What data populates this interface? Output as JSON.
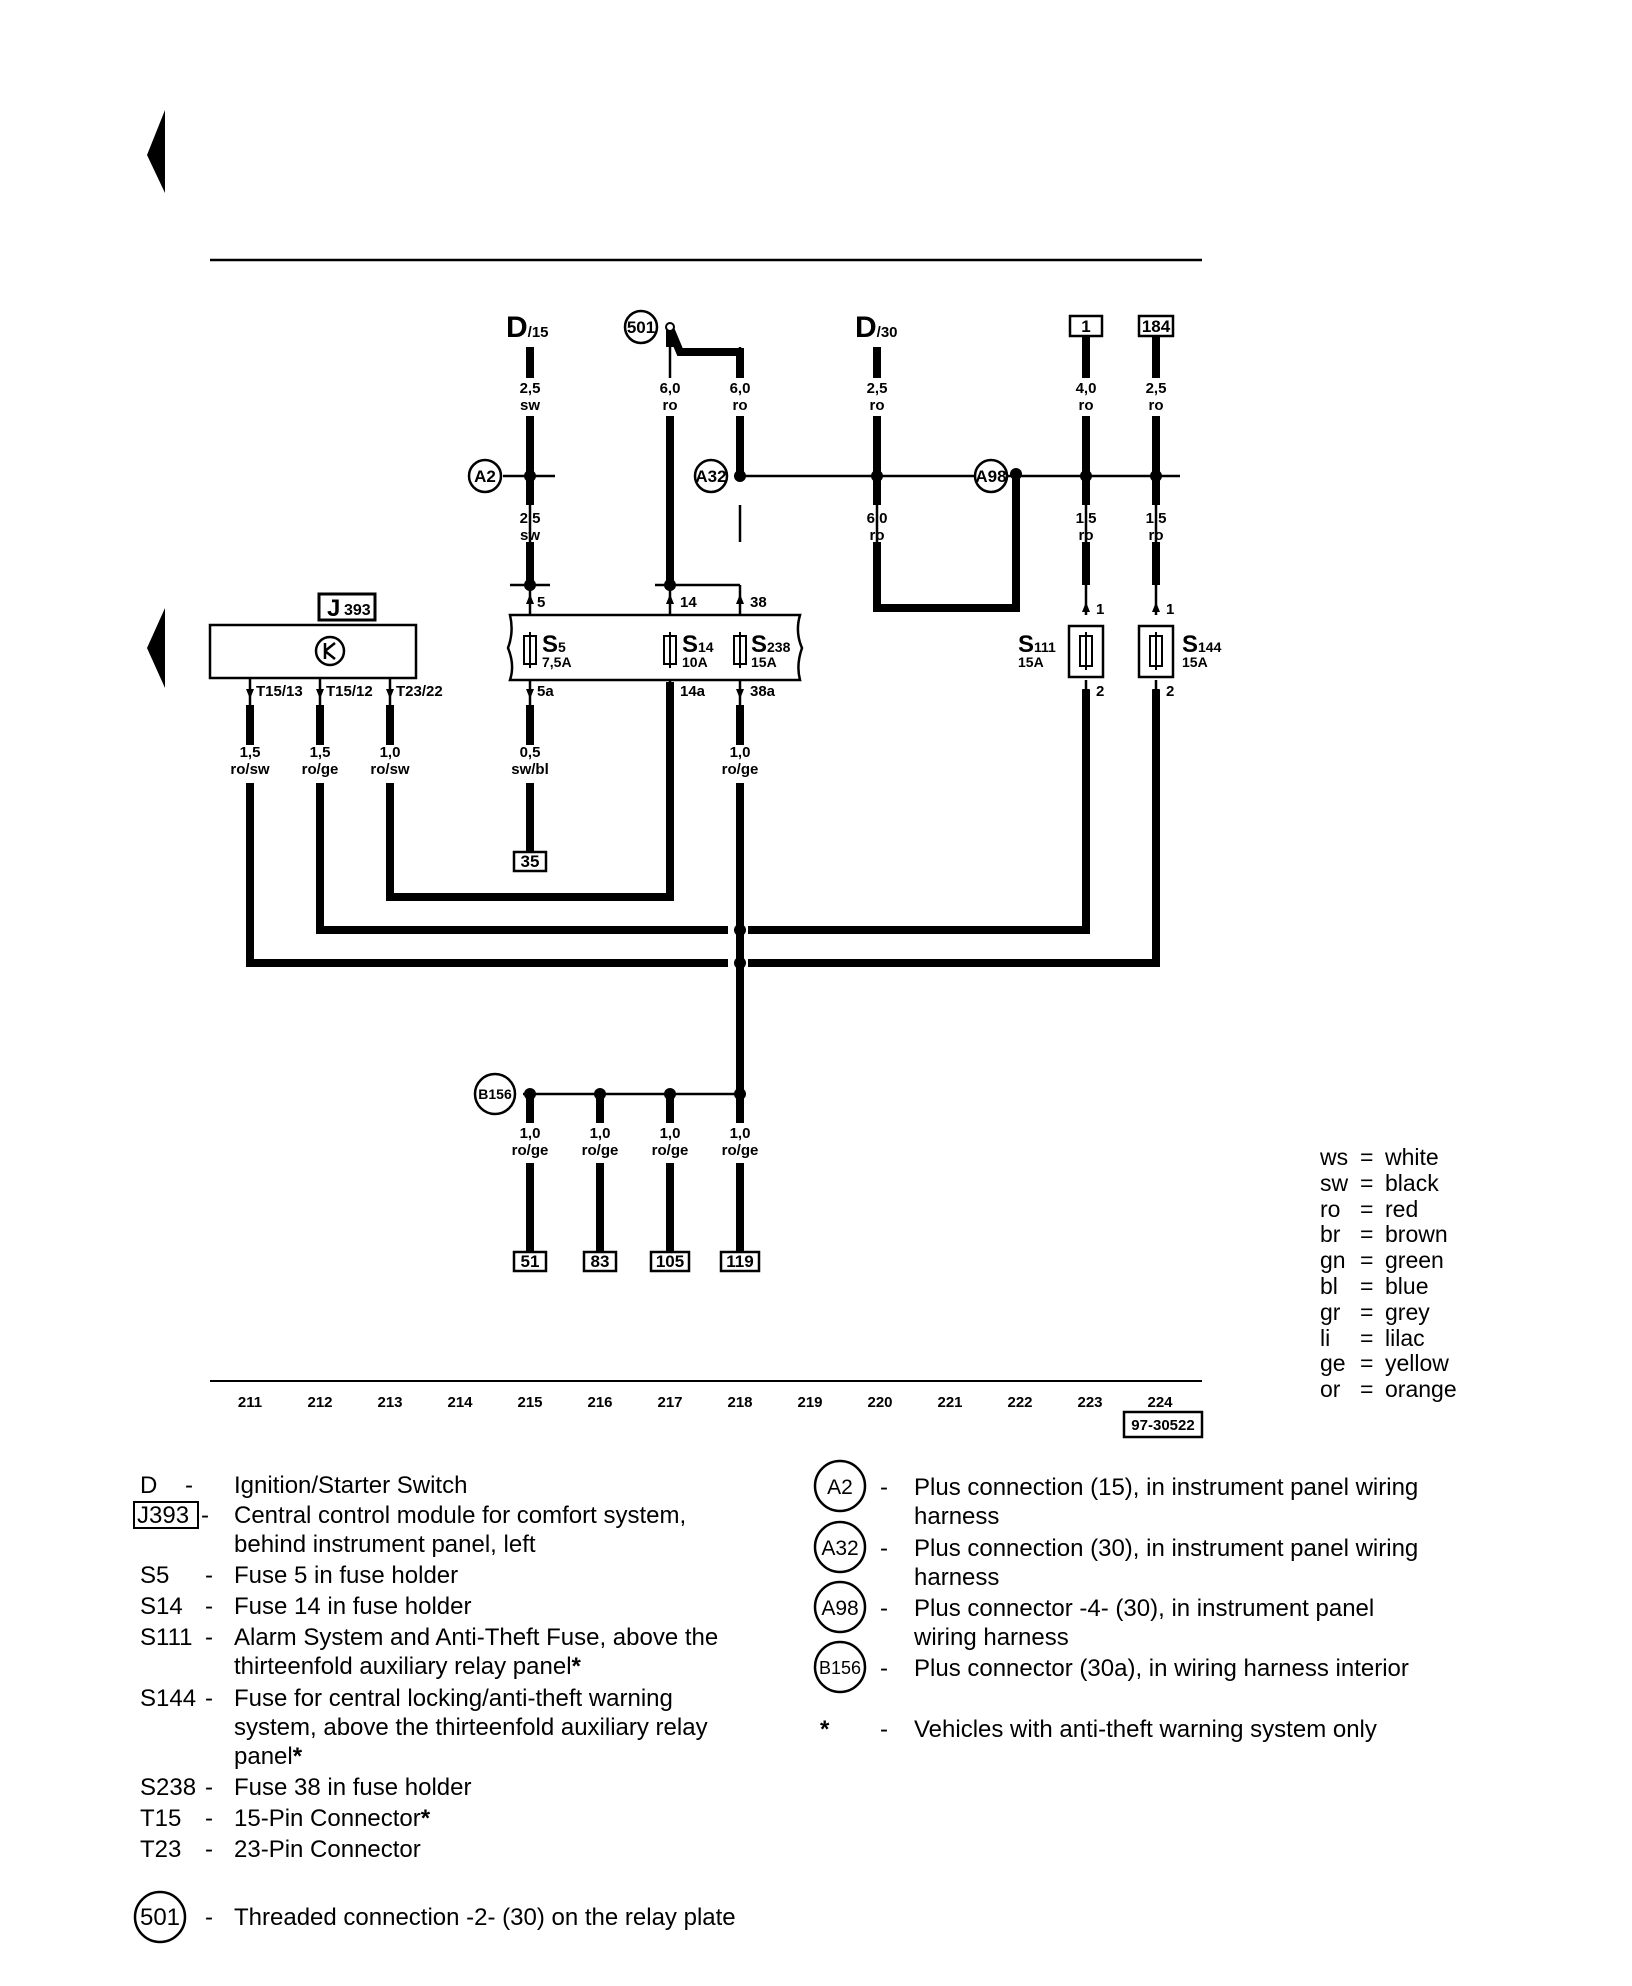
{
  "wire_labels": {
    "d15_upper": [
      "2,5",
      "sw"
    ],
    "d15_lower": [
      "2,5",
      "sw"
    ],
    "t501_left": [
      "6,0",
      "ro"
    ],
    "t501_right": [
      "6,0",
      "ro"
    ],
    "d30_upper": [
      "2,5",
      "ro"
    ],
    "d30_lower": [
      "6,0",
      "ro"
    ],
    "c1_upper": [
      "4,0",
      "ro"
    ],
    "c1_lower": [
      "1,5",
      "ro"
    ],
    "c184_upper": [
      "2,5",
      "ro"
    ],
    "c184_lower": [
      "1,5",
      "ro"
    ],
    "t1513": [
      "1,5",
      "ro/sw"
    ],
    "t1512": [
      "1,5",
      "ro/ge"
    ],
    "t2322": [
      "1,0",
      "ro/sw"
    ],
    "s5_out": [
      "0,5",
      "sw/bl"
    ],
    "s238_out": [
      "1,0",
      "ro/ge"
    ],
    "b156_1": [
      "1,0",
      "ro/ge"
    ],
    "b156_2": [
      "1,0",
      "ro/ge"
    ],
    "b156_3": [
      "1,0",
      "ro/ge"
    ],
    "b156_4": [
      "1,0",
      "ro/ge"
    ]
  },
  "components": {
    "d15": {
      "main": "D",
      "sub": "/15"
    },
    "d30": {
      "main": "D",
      "sub": "/30"
    },
    "box_1": "1",
    "box_184": "184",
    "box_35": "35",
    "box_51": "51",
    "box_83": "83",
    "box_105": "105",
    "box_119": "119",
    "j393": {
      "main": "J",
      "sub": "393"
    },
    "circles": {
      "a2": "A2",
      "a32": "A32",
      "a98": "A98",
      "b156": "B156",
      "t501": "501"
    },
    "pins": {
      "p5": "5",
      "p14": "14",
      "p38": "38",
      "p5a": "5a",
      "p14a": "14a",
      "p38a": "38a",
      "t1513": "T15/13",
      "t1512": "T15/12",
      "t2322": "T23/22",
      "s111_1": "1",
      "s111_2": "2",
      "s144_1": "1",
      "s144_2": "2"
    },
    "fuses": {
      "s5": {
        "main": "S",
        "sub": "5",
        "rating": "7,5A"
      },
      "s14": {
        "main": "S",
        "sub": "14",
        "rating": "10A"
      },
      "s238": {
        "main": "S",
        "sub": "238",
        "rating": "15A"
      },
      "s111": {
        "main": "S",
        "sub": "111",
        "rating": "15A"
      },
      "s144": {
        "main": "S",
        "sub": "144",
        "rating": "15A"
      }
    }
  },
  "current_tracks": [
    "211",
    "212",
    "213",
    "214",
    "215",
    "216",
    "217",
    "218",
    "219",
    "220",
    "221",
    "222",
    "223",
    "224"
  ],
  "figure_code": "97-30522",
  "color_codes": [
    {
      "code": "ws",
      "name": "white"
    },
    {
      "code": "sw",
      "name": "black"
    },
    {
      "code": "ro",
      "name": "red"
    },
    {
      "code": "br",
      "name": "brown"
    },
    {
      "code": "gn",
      "name": "green"
    },
    {
      "code": "bl",
      "name": "blue"
    },
    {
      "code": "gr",
      "name": "grey"
    },
    {
      "code": "li",
      "name": "lilac"
    },
    {
      "code": "ge",
      "name": "yellow"
    },
    {
      "code": "or",
      "name": "orange"
    }
  ],
  "legend_left": {
    "d": {
      "code": "D",
      "text": "Ignition/Starter Switch"
    },
    "j393": {
      "code": "J393",
      "l1": "Central control module for comfort system,",
      "l2": "behind instrument panel, left"
    },
    "s5": {
      "code": "S5",
      "text": "Fuse 5 in fuse holder"
    },
    "s14": {
      "code": "S14",
      "text": "Fuse 14 in fuse holder"
    },
    "s111": {
      "code": "S111",
      "l1": "Alarm System and Anti-Theft Fuse, above the",
      "l2": "thirteenfold auxiliary relay panel",
      "star": "*"
    },
    "s144": {
      "code": "S144",
      "l1": "Fuse for central locking/anti-theft warning",
      "l2": "system, above the thirteenfold auxiliary relay",
      "l3": "panel",
      "star": "*"
    },
    "s238": {
      "code": "S238",
      "text": "Fuse 38 in fuse holder"
    },
    "t15": {
      "code": "T15",
      "text": "15-Pin Connector",
      "star": "*"
    },
    "t23": {
      "code": "T23",
      "text": "23-Pin Connector"
    },
    "c501": {
      "code": "501",
      "text": "Threaded connection -2- (30) on the relay plate"
    }
  },
  "legend_right": {
    "a2": {
      "code": "A2",
      "l1": "Plus connection (15), in instrument panel wiring",
      "l2": "harness"
    },
    "a32": {
      "code": "A32",
      "l1": "Plus connection (30), in instrument panel wiring",
      "l2": "harness"
    },
    "a98": {
      "code": "A98",
      "l1": "Plus connector -4- (30), in instrument panel",
      "l2": "wiring harness"
    },
    "b156": {
      "code": "B156",
      "l1": "Plus connector (30a), in wiring harness interior"
    },
    "star": {
      "code": "*",
      "text": "Vehicles with anti-theft warning system only"
    }
  },
  "dash": "-"
}
